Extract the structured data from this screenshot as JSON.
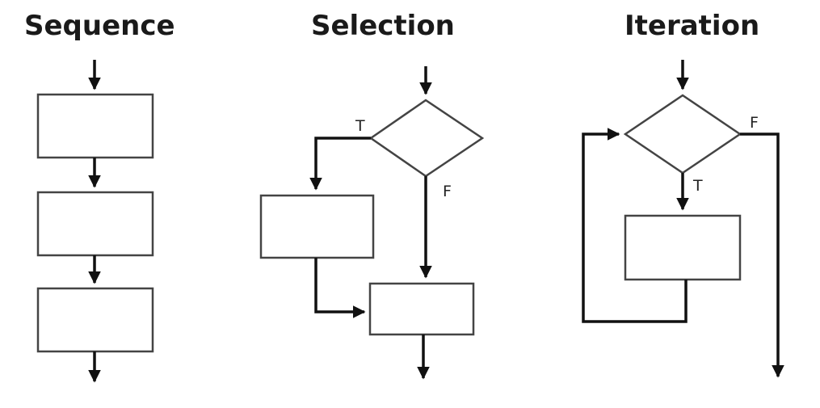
{
  "panels": {
    "sequence": {
      "title": "Sequence"
    },
    "selection": {
      "title": "Selection",
      "true_label": "T",
      "false_label": "F"
    },
    "iteration": {
      "title": "Iteration",
      "true_label": "T",
      "false_label": "F"
    }
  },
  "colors": {
    "line": "#111111",
    "box_stroke": "#444444",
    "background": "#ffffff"
  }
}
